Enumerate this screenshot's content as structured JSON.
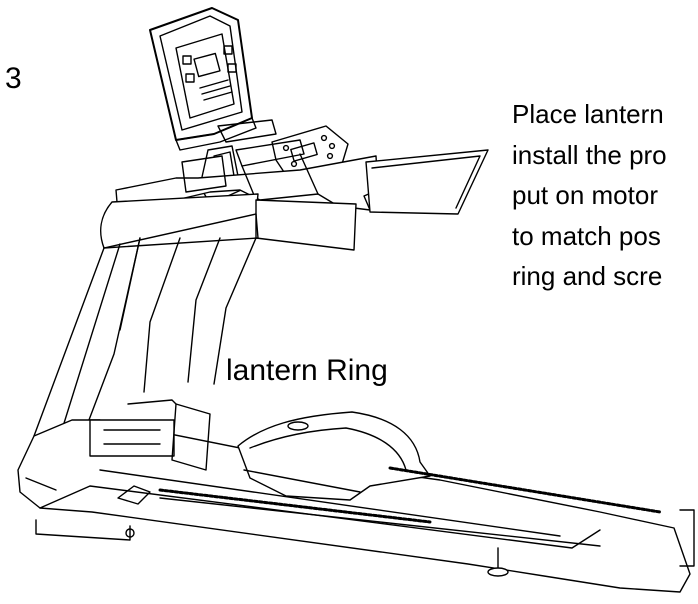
{
  "step_number": "3",
  "instruction_lines": [
    "Place lantern",
    "install the pro",
    "put on motor",
    "to match pos",
    "ring and scre"
  ],
  "callout_label": "lantern Ring"
}
